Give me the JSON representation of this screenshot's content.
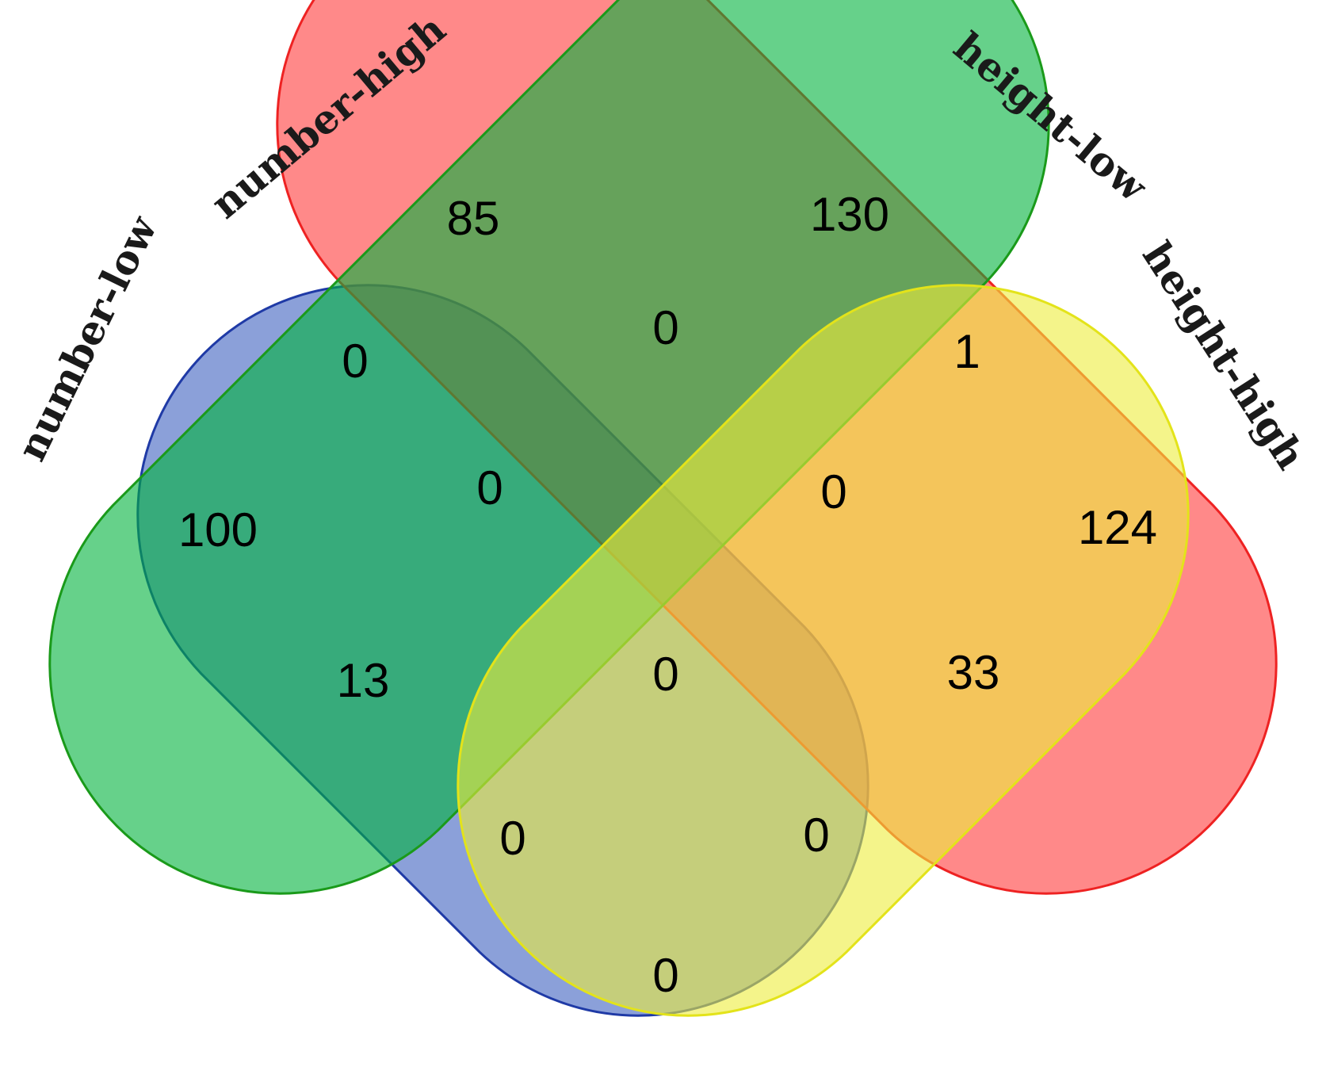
{
  "sets": [
    {
      "key": "nl",
      "label": "number-low",
      "fill": "#3e60bf",
      "stroke": "#1f3aa6"
    },
    {
      "key": "nh",
      "label": "number-high",
      "fill": "#ff3b3b",
      "stroke": "#ee2222"
    },
    {
      "key": "hl",
      "label": "height-low",
      "fill": "#00b33c",
      "stroke": "#1a9a1a"
    },
    {
      "key": "hh",
      "label": "height-high",
      "fill": "#ecec3c",
      "stroke": "#e3e31a"
    }
  ],
  "regions": [
    {
      "sets": "number-low",
      "count": "100"
    },
    {
      "sets": "number-high",
      "count": "85"
    },
    {
      "sets": "height-low",
      "count": "130"
    },
    {
      "sets": "height-high",
      "count": "124"
    },
    {
      "sets": "number-low & number-high",
      "count": "0"
    },
    {
      "sets": "number-high & height-low",
      "count": "0"
    },
    {
      "sets": "height-low & height-high",
      "count": "1"
    },
    {
      "sets": "number-low & height-low",
      "count": "13"
    },
    {
      "sets": "number-high & height-high",
      "count": "33"
    },
    {
      "sets": "number-low & height-high",
      "count": "0"
    },
    {
      "sets": "number-low & number-high & height-low",
      "count": "0"
    },
    {
      "sets": "number-high & height-low & height-high",
      "count": "0"
    },
    {
      "sets": "number-low & number-high & height-low & height-high",
      "count": "0"
    },
    {
      "sets": "number-low & height-low & height-high",
      "count": "0"
    },
    {
      "sets": "number-low & number-high & height-high",
      "count": "0"
    }
  ]
}
